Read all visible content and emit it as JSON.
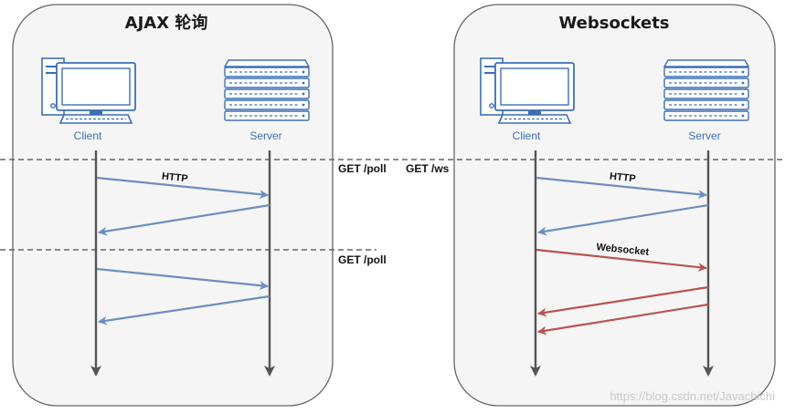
{
  "panels": {
    "ajax": {
      "title": "AJAX 轮询",
      "client_label": "Client",
      "server_label": "Server",
      "message_label": "HTTP"
    },
    "websockets": {
      "title": "Websockets",
      "client_label": "Client",
      "server_label": "Server",
      "http_label": "HTTP",
      "websocket_label": "Websocket"
    }
  },
  "requests": {
    "poll_1": "GET /poll",
    "poll_2": "GET /poll",
    "ws": "GET /ws"
  },
  "watermark": "https://blog.csdn.net/Javachichi",
  "icons": {
    "client": "desktop-computer-icon",
    "server": "server-rack-icon"
  },
  "colors": {
    "http_arrow": "#6c8ebf",
    "websocket_arrow": "#b85450",
    "lifeline": "#555555",
    "panel_fill": "#f5f5f5",
    "icon_blue": "#3d6fb5"
  }
}
